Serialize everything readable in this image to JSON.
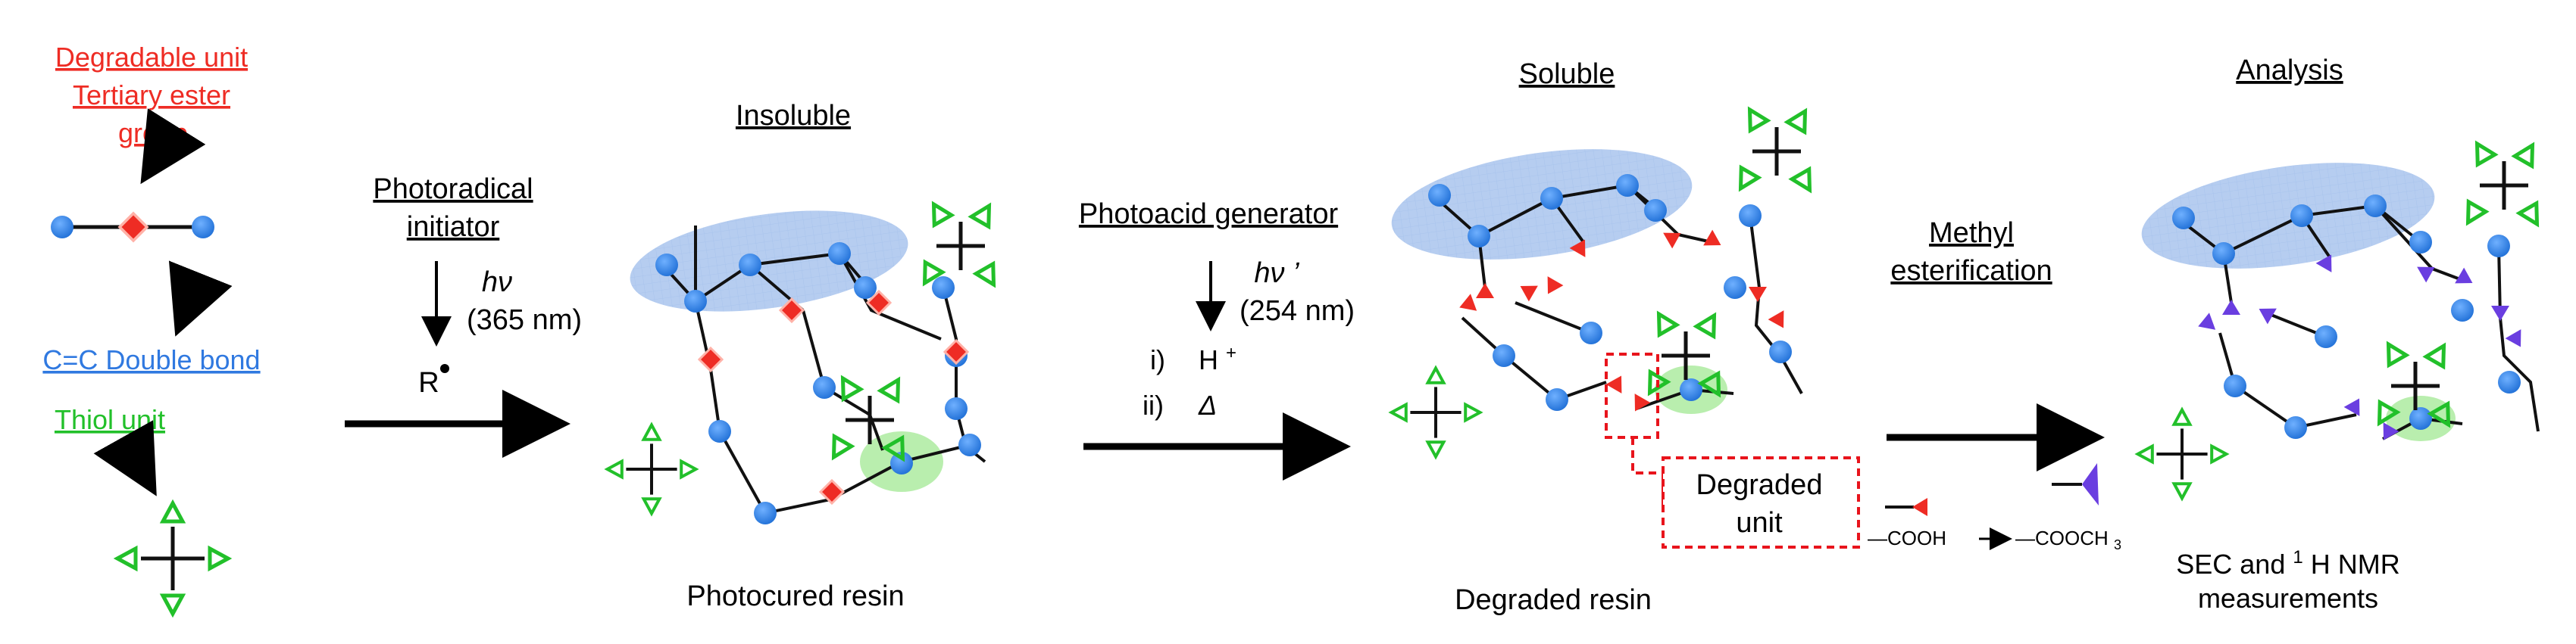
{
  "legend": {
    "degradable_line1": "Degradable unit",
    "degradable_line2": "Tertiary ester",
    "degradable_line3": "group",
    "double_bond": "C=C Double bond",
    "thiol": "Thiol unit"
  },
  "step1": {
    "reagent_line1": "Photoradical",
    "reagent_line2": "initiator",
    "hv": "hν",
    "wavelength": "(365 nm)",
    "radical": "R"
  },
  "stage1": {
    "header": "Insoluble",
    "caption": "Photocured resin"
  },
  "step2": {
    "reagent": "Photoacid generator",
    "hv": "hν ’",
    "wavelength": "(254 nm)",
    "cond_i_num": "i)",
    "cond_i": "H",
    "cond_i_sup": "+",
    "cond_ii_num": "ii)",
    "cond_ii": "Δ"
  },
  "stage2": {
    "header": "Soluble",
    "caption": "Degraded resin",
    "callout_line1": "Degraded",
    "callout_line2": "unit"
  },
  "step3": {
    "reagent_line1": "Methyl",
    "reagent_line2": "esterification",
    "acid": "—COOH",
    "ester": "—COOCH",
    "ester_sub": "3"
  },
  "stage3": {
    "header": "Analysis",
    "caption_line1_a": "SEC and ",
    "caption_sup": "1",
    "caption_line1_b": "H NMR",
    "caption_line2": "measurements"
  },
  "colors": {
    "ester_red": "#ee2c24",
    "vinyl_blue": "#3079e0",
    "thiol_green": "#22c02a",
    "methyl_purple": "#6a3ee0",
    "node_blue": "#2b7fe6",
    "ellipse_blue": "#b6cdf0",
    "callout_red": "#e8141c"
  },
  "icons": [
    "ester-diamond-icon",
    "vinyl-node-icon",
    "thiol-tripod-icon",
    "arrow-icon"
  ]
}
